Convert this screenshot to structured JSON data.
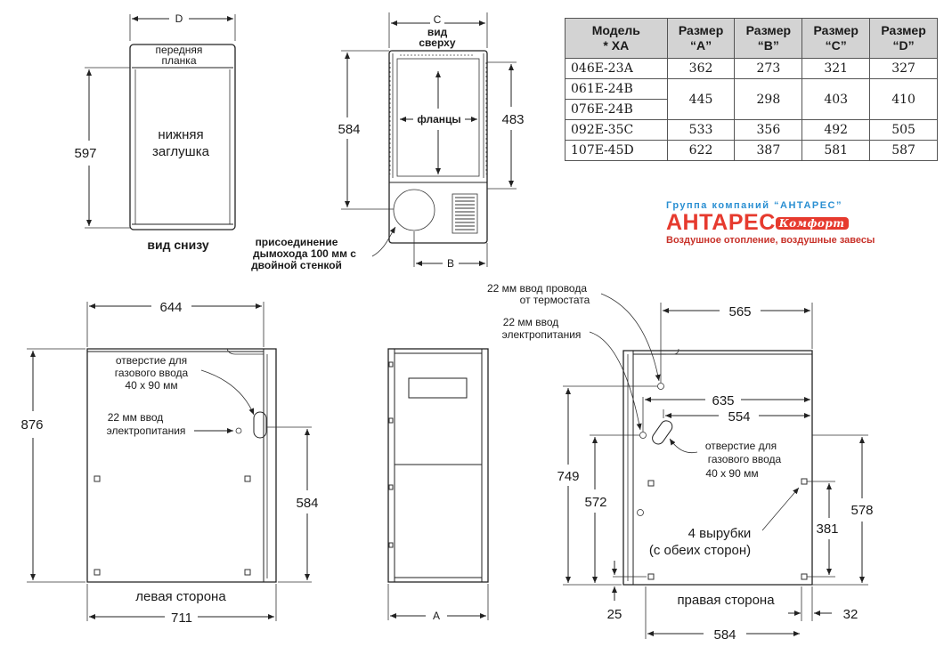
{
  "table": {
    "headers": [
      {
        "line1": "Модель",
        "line2": "* ХА"
      },
      {
        "line1": "Размер",
        "line2": "“A”"
      },
      {
        "line1": "Размер",
        "line2": "“B”"
      },
      {
        "line1": "Размер",
        "line2": "“C”"
      },
      {
        "line1": "Размер",
        "line2": "“D”"
      }
    ],
    "rows": [
      {
        "models": [
          "046Е-23А"
        ],
        "a": "362",
        "b": "273",
        "c": "321",
        "d": "327"
      },
      {
        "models": [
          "061Е-24В",
          "076Е-24В"
        ],
        "a": "445",
        "b": "298",
        "c": "403",
        "d": "410"
      },
      {
        "models": [
          "092Е-35С"
        ],
        "a": "533",
        "b": "356",
        "c": "492",
        "d": "505"
      },
      {
        "models": [
          "107Е-45D"
        ],
        "a": "622",
        "b": "387",
        "c": "581",
        "d": "587"
      }
    ]
  },
  "brand": {
    "group": "Группа компаний “АНТАРЕС”",
    "name": "АНТАРЕС",
    "script": "Комфорт",
    "tagline": "Воздушное отопление, воздушные завесы",
    "colors": {
      "red": "#e63a2e",
      "blue": "#2a8fd2"
    }
  },
  "bottom_view": {
    "dim_d": "D",
    "front_strip_l1": "передняя",
    "front_strip_l2": "планка",
    "plug_l1": "нижняя",
    "plug_l2": "заглушка",
    "dim_597": "597",
    "caption": "вид снизу"
  },
  "top_view": {
    "dim_c": "C",
    "caption_l1": "вид",
    "caption_l2": "сверху",
    "flanges": "фланцы",
    "dim_584": "584",
    "dim_483": "483",
    "dim_b": "B",
    "flue_l1": "присоединение",
    "flue_l2": "дымохода 100 мм с",
    "flue_l3": "двойной стенкой"
  },
  "left_side": {
    "dim_644": "644",
    "dim_876": "876",
    "gas_l1": "отверстие для",
    "gas_l2": "газового ввода",
    "gas_l3": "40 х 90 мм",
    "power_l1": "22 мм ввод",
    "power_l2": "электропитания",
    "dim_584": "584",
    "caption": "левая сторона",
    "dim_711": "711"
  },
  "front_view": {
    "dim_a": "A"
  },
  "right_side": {
    "thermo_l1": "22 мм ввод провода",
    "thermo_l2": "от термостата",
    "power_l1": "22 мм ввод",
    "power_l2": "электропитания",
    "dim_565": "565",
    "dim_635": "635",
    "dim_554": "554",
    "gas_l1": "отверстие для",
    "gas_l2": "газового ввода",
    "gas_l3": "40 х 90 мм",
    "dim_749": "749",
    "dim_572": "572",
    "dim_578": "578",
    "dim_381": "381",
    "cutouts_l1": "4 вырубки",
    "cutouts_l2": "(с обеих сторон)",
    "dim_25": "25",
    "caption": "правая сторона",
    "dim_32": "32",
    "dim_584": "584"
  }
}
